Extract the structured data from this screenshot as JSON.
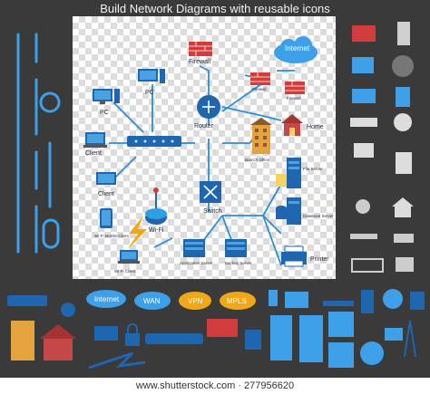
{
  "title": "Build Network Diagrams with reusable icons",
  "footer": "www.shutterstock.com · 277956620",
  "colors": {
    "line": "#2a8fd6",
    "device": "#1e66b0",
    "firewall": "#d33c3c",
    "cloud": "#3da0e8",
    "bg": "#3a3a3a",
    "canvas": "#ffffff"
  },
  "nodes": {
    "pc1": "PC",
    "pc2": "PC",
    "client1": "Client",
    "client2": "Client",
    "wifi_client": "Wi-Fi Mobile Client",
    "wifi_client2": "Wi-Fi Client",
    "wifi": "Wi-Fi",
    "router": "Router",
    "switch": "Switch",
    "firewall1": "Firewall",
    "firewall2": "Firewall",
    "firewall3": "Firewall",
    "internet": "Internet",
    "home": "Home",
    "branch": "Branch Office",
    "file_server": "File Server",
    "db_server": "Database Server",
    "app_server": "Application Server",
    "backup_server": "Backup Server",
    "printer": "Printer"
  },
  "clouds": [
    "Internet",
    "WAN",
    "VPN",
    "MPLS"
  ],
  "side_icons": [
    "firewall-icon",
    "server-icon",
    "monitor-icon",
    "globe-icon",
    "laptop-icon",
    "tablet-icon",
    "switch-icon",
    "router-icon",
    "building-icon",
    "database-icon",
    "home-icon",
    "users-icon",
    "hub-icon",
    "access-point-icon"
  ],
  "bottom_icons": [
    "switch-icon",
    "users-icon",
    "router-icon",
    "building-icon",
    "home-icon",
    "lock-icon",
    "hub-icon",
    "printer-icon",
    "firewall-icon",
    "wifi-tower-icon",
    "server-icon",
    "monitor-icon",
    "globe-icon",
    "folder-icon",
    "lightning-icon"
  ]
}
